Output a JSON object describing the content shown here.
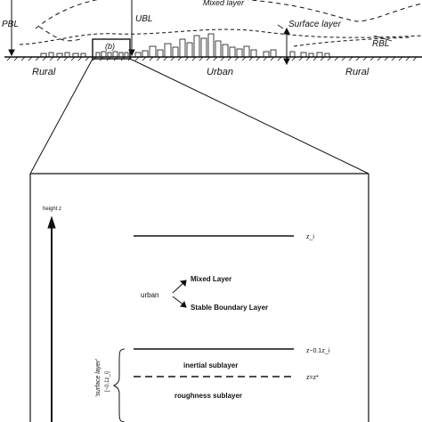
{
  "top_diagram": {
    "labels": {
      "pbl": "PBL",
      "ubl": "UBL",
      "mixed_layer": "Mixed layer",
      "surface_layer": "Surface layer",
      "rbl": "RBL",
      "inset_marker": "(b)",
      "rural_left": "Rural",
      "urban": "Urban",
      "rural_right": "Rural"
    }
  },
  "inset_diagram": {
    "axis_label": "height z",
    "z_i": "z_i",
    "urban_word": "urban",
    "mixed_layer": "Mixed Layer",
    "stable_layer": "Stable Boundary Layer",
    "z_01": "z~0.1z_i",
    "z_star": "z=z*",
    "surface_layer_label": "'surface layer'",
    "surface_layer_sub": "[~0.1z_i]",
    "inertial": "inertial sublayer",
    "roughness": "roughness sublayer"
  },
  "colors": {
    "ink": "#111111",
    "background": "#ffffff"
  }
}
